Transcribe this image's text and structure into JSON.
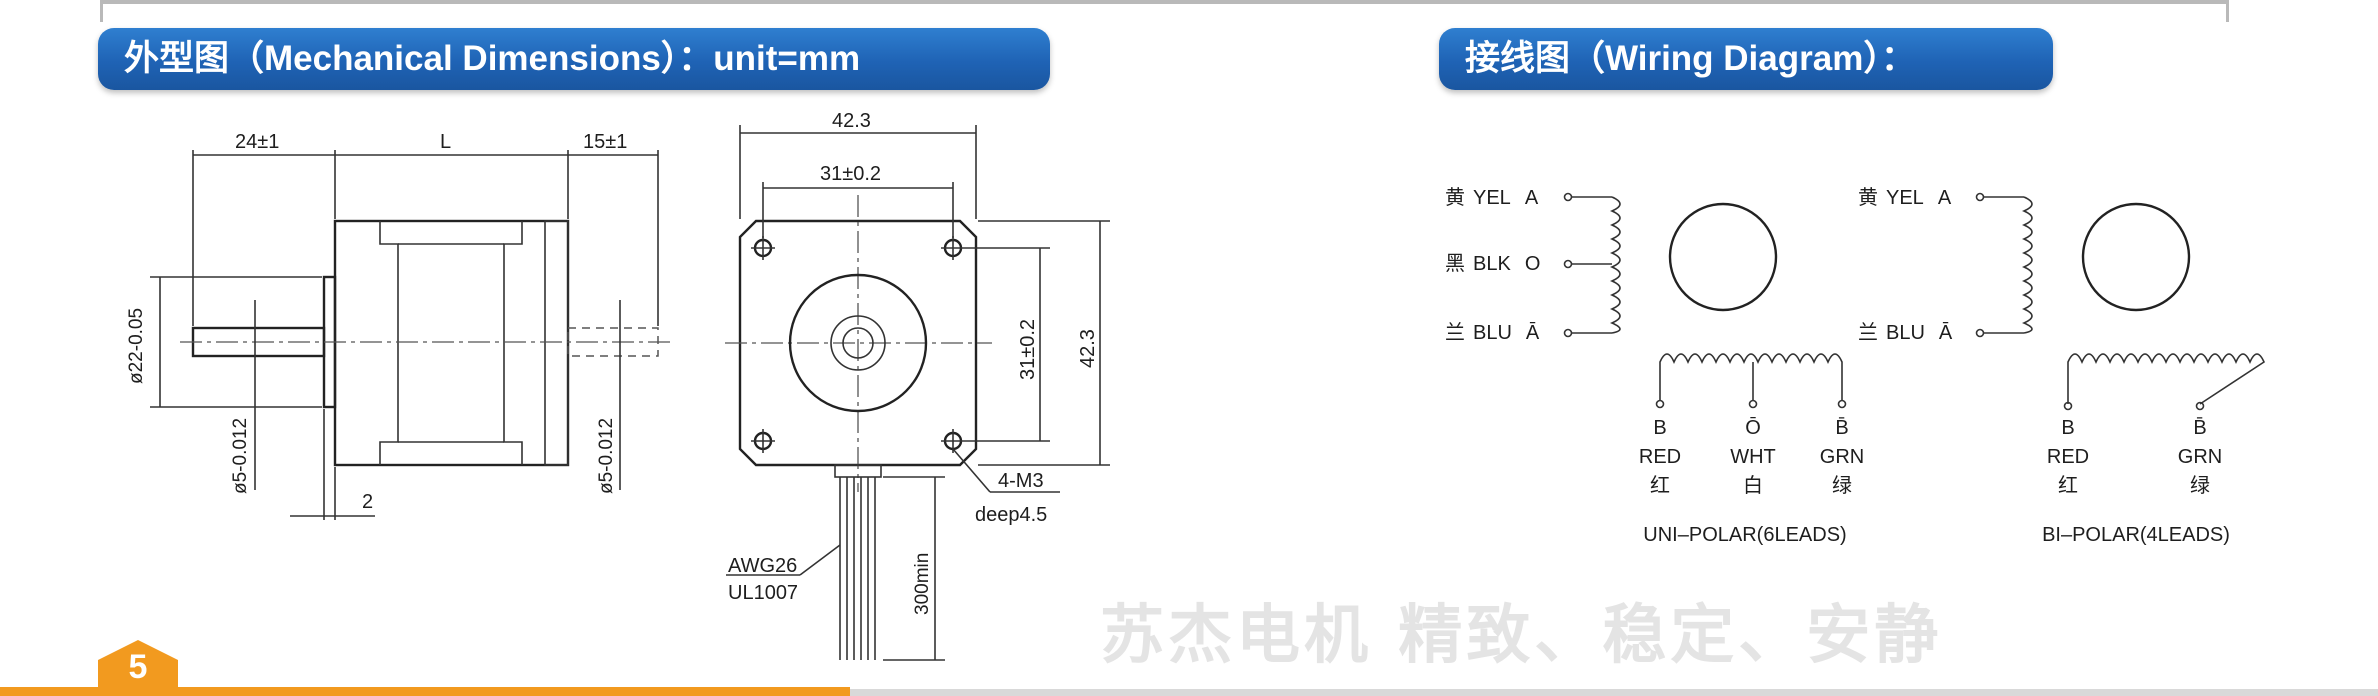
{
  "headers": {
    "mechanical": "外型图（Mechanical Dimensions）：unit=mm",
    "wiring": "接线图（Wiring Diagram）："
  },
  "side_view": {
    "dim_shaft_len": "24±1",
    "dim_body_len": "L",
    "dim_rear_len": "15±1",
    "dim_boss_dia": "ø22-0.05",
    "dim_shaft_dia_front": "ø5-0.012",
    "dim_shaft_dia_rear": "ø5-0.012",
    "dim_boss_depth": "2"
  },
  "front_view": {
    "dim_width": "42.3",
    "dim_hole_spacing_h": "31±0.2",
    "dim_hole_spacing_v": "31±0.2",
    "dim_height": "42.3",
    "screw_holes": "4-M3",
    "screw_depth": "deep4.5",
    "wire_gauge": "AWG26",
    "wire_spec": "UL1007",
    "lead_length": "300min"
  },
  "unipolar": {
    "leads_left": [
      {
        "cn": "黄",
        "color": "YEL",
        "phase": "A"
      },
      {
        "cn": "黑",
        "color": "BLK",
        "phase": "O"
      },
      {
        "cn": "兰",
        "color": "BLU",
        "phase": "Ā"
      }
    ],
    "leads_bottom": [
      {
        "phase": "B",
        "color": "RED",
        "cn": "红"
      },
      {
        "phase": "Ō",
        "color": "WHT",
        "cn": "白"
      },
      {
        "phase": "B̄",
        "color": "GRN",
        "cn": "绿"
      }
    ],
    "caption": "UNI–POLAR(6LEADS)"
  },
  "bipolar": {
    "leads_left": [
      {
        "cn": "黄",
        "color": "YEL",
        "phase": "A"
      },
      {
        "cn": "兰",
        "color": "BLU",
        "phase": "Ā"
      }
    ],
    "leads_bottom": [
      {
        "phase": "B",
        "color": "RED",
        "cn": "红"
      },
      {
        "phase": "B̄",
        "color": "GRN",
        "cn": "绿"
      }
    ],
    "caption": "BI–POLAR(4LEADS)"
  },
  "watermark": "苏杰电机  精致、稳定、安静",
  "page_number": "5",
  "colors": {
    "header_blue": "#1f63b5",
    "accent_orange": "#f29a1f",
    "line": "#222222"
  }
}
